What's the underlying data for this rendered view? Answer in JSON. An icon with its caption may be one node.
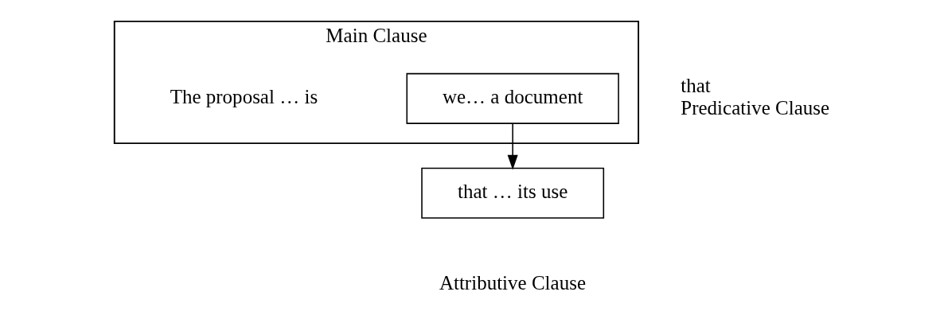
{
  "diagram": {
    "nodes": [
      {
        "text": [
          "Main Clause",
          "The proposal … is"
        ]
      },
      {
        "text": [
          "we… a document"
        ],
        "in": 0,
        "beside": [
          "that",
          "Predicative Clause"
        ]
      },
      {
        "text": [
          "that … its use"
        ],
        "beside": [
          "Attributive Clause"
        ]
      }
    ],
    "edges": [
      {
        "from": 1,
        "to": 2,
        "arrow": "to"
      }
    ]
  }
}
